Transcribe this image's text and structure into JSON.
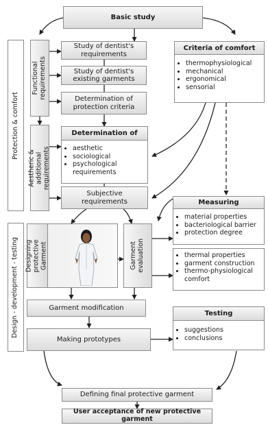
{
  "basic_study": "Basic study",
  "criteria": {
    "title": "Criteria of comfort",
    "items": [
      "thermophysiological",
      "mechanical",
      "ergonomical",
      "sensorial"
    ]
  },
  "side_labels": {
    "protection": "Protection & comfort",
    "functional": "Functional requirements",
    "aesthetic": "Aestheric & additional requirements",
    "design": "Design - development - testing"
  },
  "functional_boxes": [
    "Study of dentist's requirements",
    "Study of dentist's existing garments",
    "Determination of protection criteria"
  ],
  "determination": {
    "title": "Determination of",
    "items": [
      "aesthetic",
      "sociological",
      "psychological requirements"
    ]
  },
  "subjective": "Subjective requirements",
  "measuring": {
    "title": "Measuring",
    "group1": [
      "material properties",
      "bacteriological barrier",
      "protection degree"
    ],
    "group2": [
      "thermal properties",
      "garment construction",
      "thermo-physiological comfort"
    ]
  },
  "designing": "Designing protective Garment",
  "evaluation": "Garment evaluation",
  "modification": "Garment modification",
  "prototypes": "Making prototypes",
  "testing": {
    "title": "Testing",
    "items": [
      "suggestions",
      "conclusions"
    ]
  },
  "final": "Defining final protective garment",
  "acceptance": "User acceptance of new protective garment"
}
